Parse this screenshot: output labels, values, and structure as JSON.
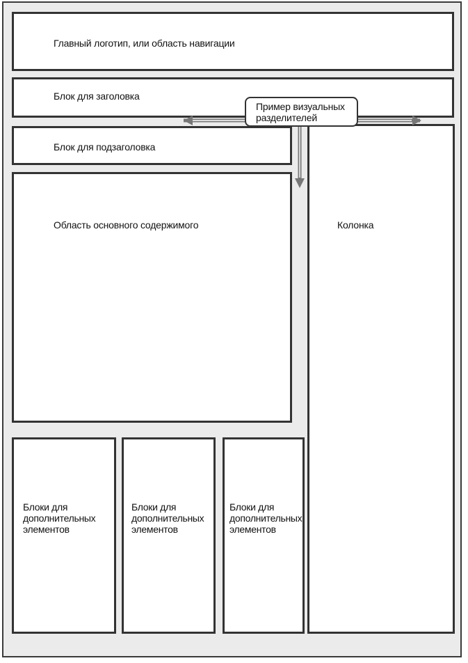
{
  "blocks": {
    "logo_nav": "Главный логотип, или область навигации",
    "heading": "Блок для заголовка",
    "subheading": "Блок для подзаголовка",
    "main_content": "Область основного содержимого",
    "column": "Колонка",
    "extra_1": "Блоки для\nдополнительных\nэлементов",
    "extra_2": "Блоки для\nдополнительных\nэлементов",
    "extra_3": "Блоки для\nдополнительных\nэлементов"
  },
  "callout": {
    "text": "Пример визуальных\nразделителей"
  },
  "colors": {
    "page_background": "#ebebeb",
    "box_border": "#333333",
    "arrow": "#777777"
  }
}
